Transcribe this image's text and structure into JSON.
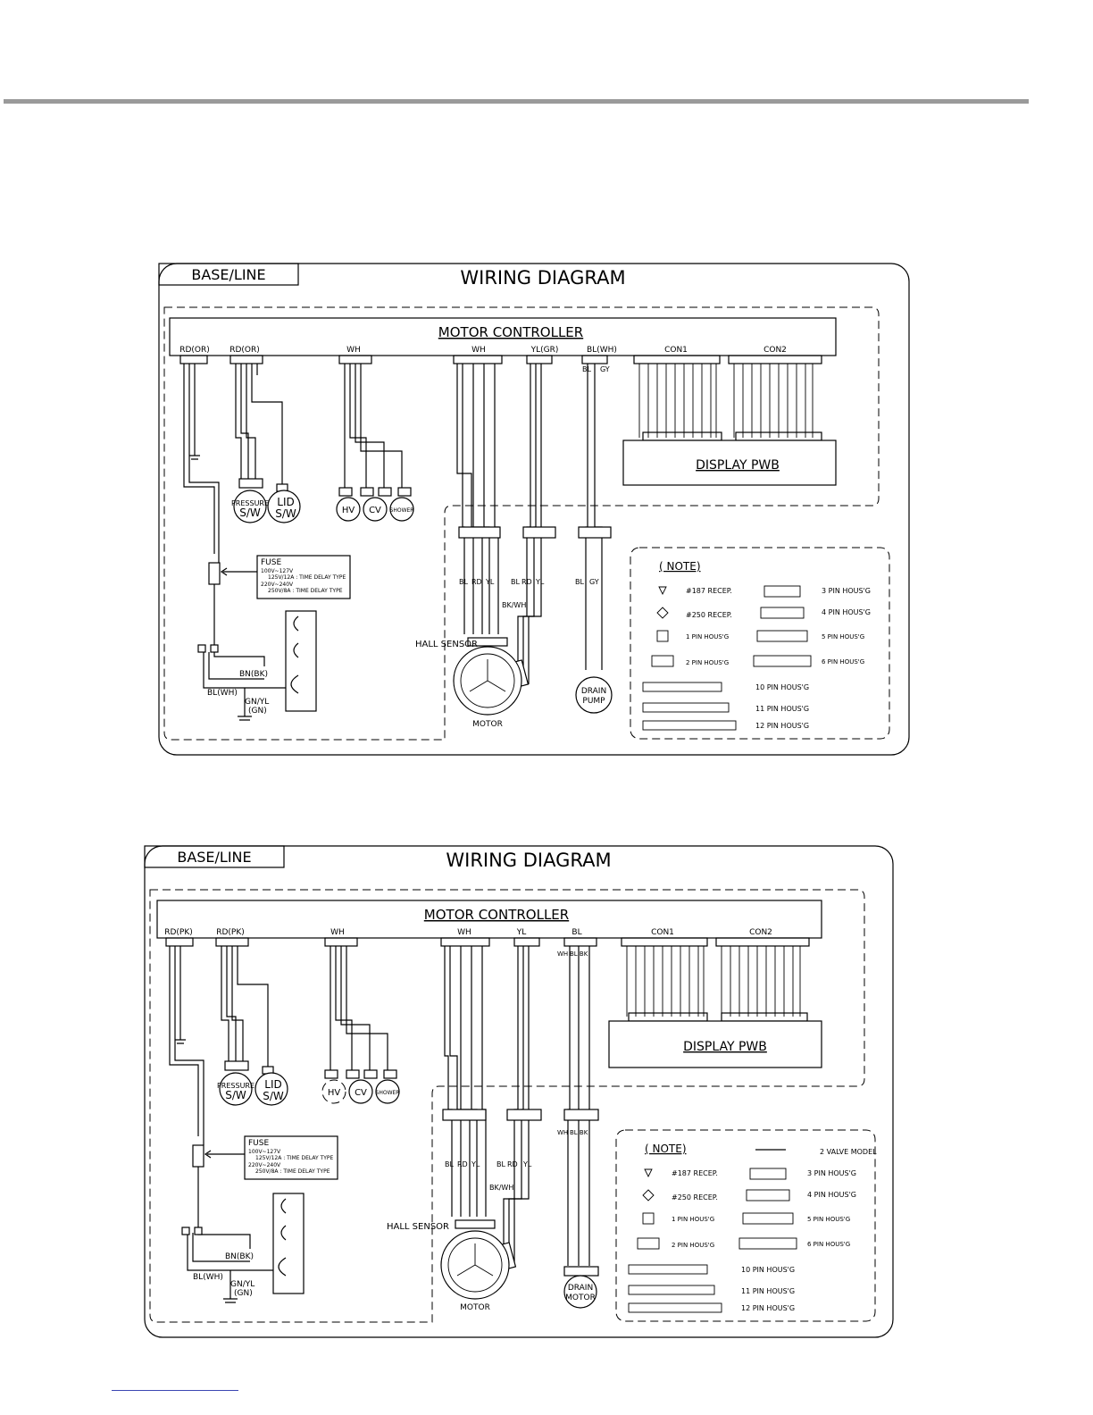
{
  "diagrams": [
    {
      "base_label": "BASE/LINE",
      "title": "WIRING DIAGRAM",
      "controller": "MOTOR CONTROLLER",
      "display": "DISPLAY PWB",
      "top_labels": [
        "RD(OR)",
        "RD(OR)",
        "WH",
        "WH",
        "YL(GR)",
        "BL(WH)",
        "CON1",
        "CON2"
      ],
      "fuse": {
        "title": "FUSE",
        "line1": "100V~127V",
        "line2": "125V/12A : TIME DELAY TYPE",
        "line3": "220V~240V",
        "line4": "250V/8A : TIME DELAY TYPE"
      },
      "components": {
        "pressure": [
          "PRESSURE",
          "S/W"
        ],
        "lid": [
          "LID",
          "S/W"
        ],
        "hv": "HV",
        "cv": "CV",
        "shower": "SHOWER",
        "hall": "HALL SENSOR",
        "motor": "MOTOR",
        "pump": [
          "DRAIN",
          "PUMP"
        ]
      },
      "wires": {
        "bn": "BN(BK)",
        "bl": "BL(WH)",
        "gn": "GN/YL",
        "gn2": "(GN)",
        "bkwh": "BK/WH",
        "m1": "BL",
        "m2": "RD",
        "m3": "YL",
        "m4": "BL",
        "m5": "RD",
        "m6": "YL",
        "p1": "BL",
        "p2": "GY",
        "t1": "BL",
        "t2": "GY"
      },
      "notes": {
        "title": "( NOTE)",
        "left": [
          "#187 RECEP.",
          "#250 RECEP.",
          "1 PIN HOUS'G",
          "2 PIN HOUS'G"
        ],
        "right": [
          "3 PIN HOUS'G",
          "4 PIN HOUS'G",
          "5 PIN HOUS'G",
          "6 PIN HOUS'G"
        ],
        "bottom": [
          "10 PIN HOUS'G",
          "11 PIN HOUS'G",
          "12 PIN HOUS'G"
        ],
        "extra": ""
      }
    },
    {
      "base_label": "BASE/LINE",
      "title": "WIRING DIAGRAM",
      "controller": "MOTOR CONTROLLER",
      "display": "DISPLAY PWB",
      "top_labels": [
        "RD(PK)",
        "RD(PK)",
        "WH",
        "WH",
        "YL",
        "BL",
        "CON1",
        "CON2"
      ],
      "fuse": {
        "title": "FUSE",
        "line1": "100V~127V",
        "line2": "125V/12A : TIME DELAY TYPE",
        "line3": "220V~240V",
        "line4": "250V/8A : TIME DELAY TYPE"
      },
      "components": {
        "pressure": [
          "PRESSURE",
          "S/W"
        ],
        "lid": [
          "LID",
          "S/W"
        ],
        "hv": "HV",
        "cv": "CV",
        "shower": "SHOWER",
        "hall": "HALL SENSOR",
        "motor": "MOTOR",
        "pump": [
          "DRAIN",
          "MOTOR"
        ]
      },
      "wires": {
        "bn": "BN(BK)",
        "bl": "BL(WH)",
        "gn": "GN/YL",
        "gn2": "(GN)",
        "bkwh": "BK/WH",
        "m1": "BL",
        "m2": "RD",
        "m3": "YL",
        "m4": "BL",
        "m5": "RD",
        "m6": "YL",
        "p1": "WH",
        "p2": "BL BK",
        "t1": "WH",
        "t2": "BL BK"
      },
      "notes": {
        "title": "( NOTE)",
        "left": [
          "#187 RECEP.",
          "#250 RECEP.",
          "1 PIN HOUS'G",
          "2 PIN HOUS'G"
        ],
        "right": [
          "3 PIN HOUS'G",
          "4 PIN HOUS'G",
          "5 PIN HOUS'G",
          "6 PIN HOUS'G"
        ],
        "bottom": [
          "10 PIN HOUS'G",
          "11 PIN HOUS'G",
          "12 PIN HOUS'G"
        ],
        "extra": "2 VALVE MODEL"
      }
    }
  ]
}
